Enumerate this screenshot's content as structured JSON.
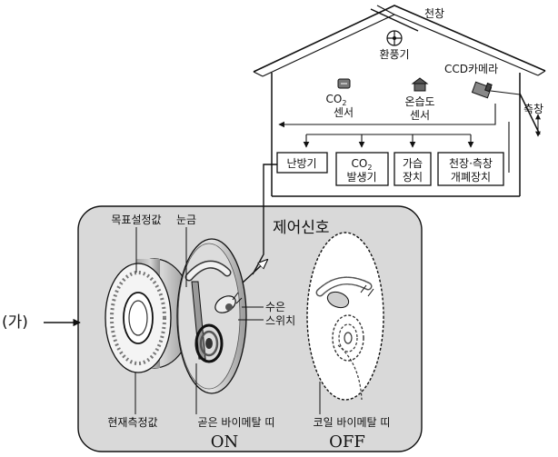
{
  "greenhouse": {
    "roof_window": "천창",
    "fan": "환풍기",
    "camera": "CCD카메라",
    "side_window": "측창",
    "co2_sensor_line1": "CO",
    "co2_sensor_sub": "2",
    "co2_sensor_line2": "센서",
    "humidity_sensor_line1": "온습도",
    "humidity_sensor_line2": "센서"
  },
  "devices": {
    "heater": "난방기",
    "co2_gen_line1": "CO",
    "co2_gen_sub": "2",
    "co2_gen_line2": "발생기",
    "humidifier_line1": "가습",
    "humidifier_line2": "장치",
    "window_ctrl_line1": "천장·측창",
    "window_ctrl_line2": "개폐장치"
  },
  "controller": {
    "control_signal": "제어신호",
    "target_value": "목표설정값",
    "scale": "눈금",
    "mercury_switch_line1": "수은",
    "mercury_switch_line2": "스위치",
    "current_value": "현재측정값",
    "straight_bimetal": "곧은 바이메탈 띠",
    "coil_bimetal": "코일 바이메탈 띠",
    "on_label": "ON",
    "off_label": "OFF",
    "panel_label": "(가)"
  }
}
